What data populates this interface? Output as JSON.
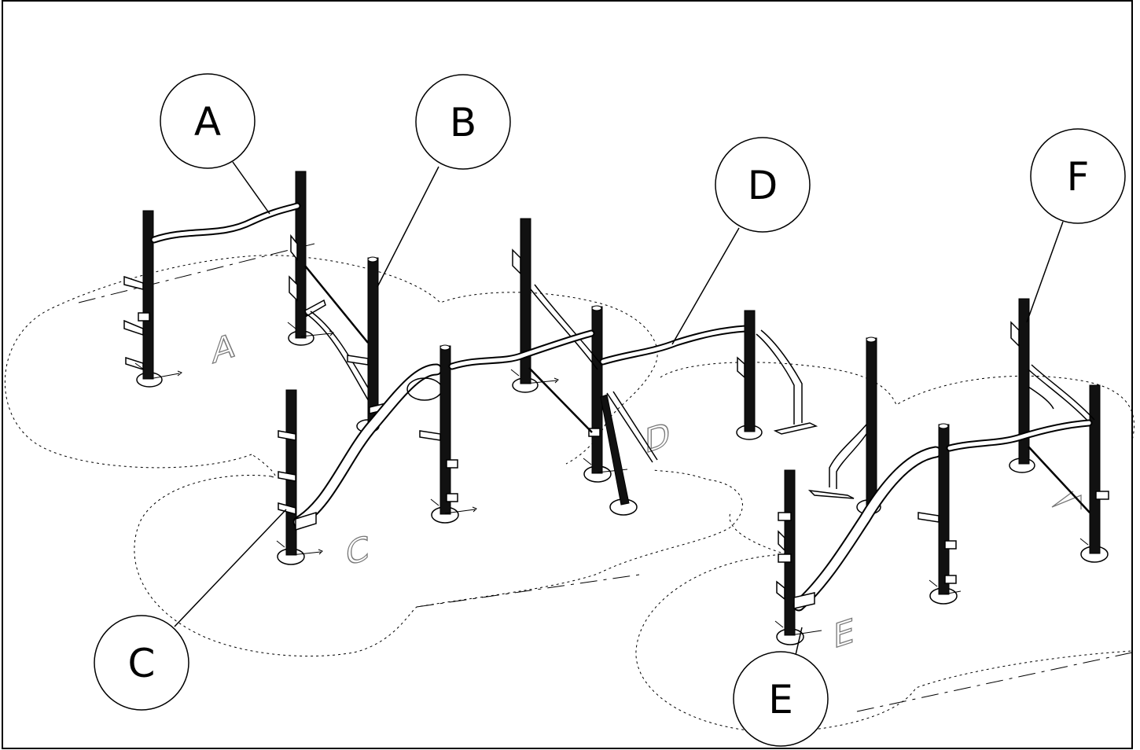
{
  "callouts": [
    {
      "id": "A",
      "label": "A"
    },
    {
      "id": "B",
      "label": "B"
    },
    {
      "id": "C",
      "label": "C"
    },
    {
      "id": "D",
      "label": "D"
    },
    {
      "id": "E",
      "label": "E"
    },
    {
      "id": "F",
      "label": "F"
    }
  ],
  "zone_labels": [
    "A",
    "C",
    "D",
    "E"
  ],
  "colors": {
    "line": "#000000",
    "zone_label": "#777777",
    "background": "#ffffff"
  }
}
